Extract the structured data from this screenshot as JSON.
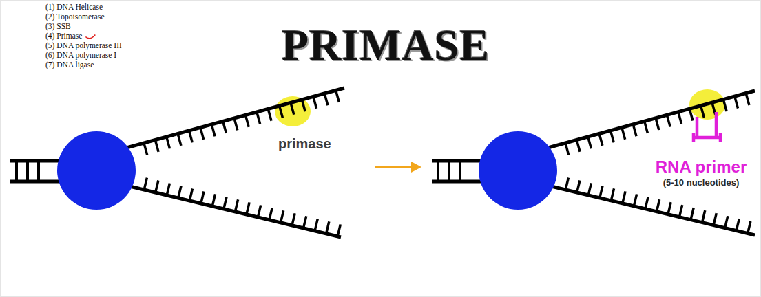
{
  "diagram": {
    "title": "PRIMASE",
    "labels": [
      "(1) DNA Helicase",
      "(2) Topoisomerase",
      "(3) SSB",
      "(4) Primase",
      "(5) DNA polymerase III",
      "(6) DNA polymerase I",
      "(7) DNA ligase",
      "primase",
      "RNA primer",
      "(5-10 nucleotides)"
    ]
  }
}
